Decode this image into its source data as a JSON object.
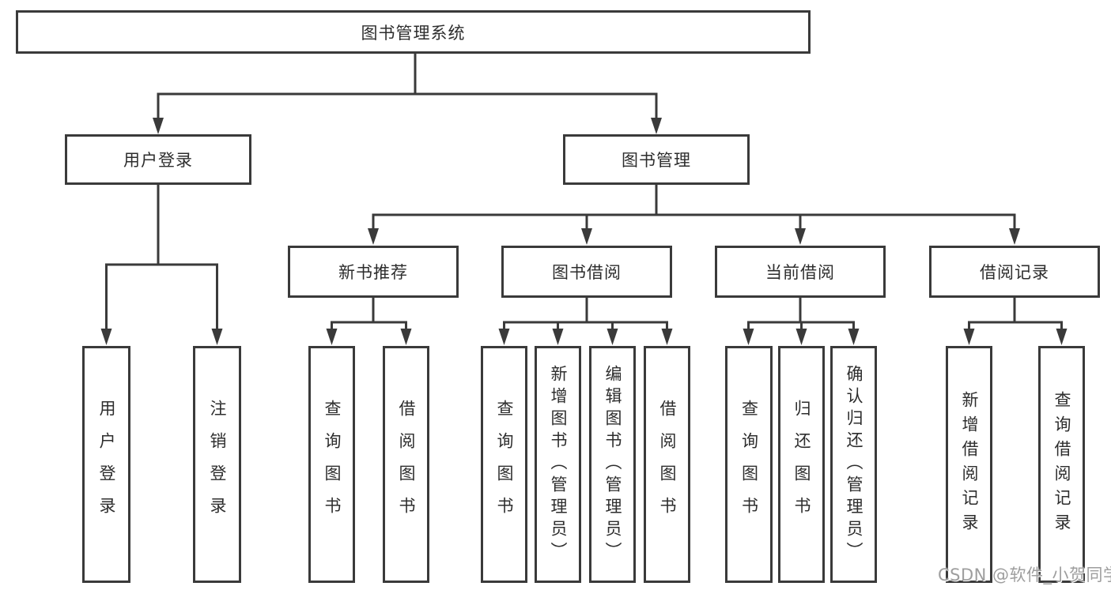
{
  "colors": {
    "line": "#3a3a3a",
    "text": "#2d2d2d",
    "watermark": "#9e9e9e",
    "background": "#ffffff"
  },
  "tree": {
    "root": {
      "label": "图书管理系统"
    },
    "branches": [
      {
        "label": "用户登录",
        "leaves": [
          {
            "label": "用户登录"
          },
          {
            "label": "注销登录"
          }
        ]
      },
      {
        "label": "图书管理",
        "groups": [
          {
            "label": "新书推荐",
            "leaves": [
              {
                "label": "查询图书"
              },
              {
                "label": "借阅图书"
              }
            ]
          },
          {
            "label": "图书借阅",
            "leaves": [
              {
                "label": "查询图书"
              },
              {
                "label": "新增图书（管理员）"
              },
              {
                "label": "编辑图书（管理员）"
              },
              {
                "label": "借阅图书"
              }
            ]
          },
          {
            "label": "当前借阅",
            "leaves": [
              {
                "label": "查询图书"
              },
              {
                "label": "归还图书"
              },
              {
                "label": "确认归还（管理员）"
              }
            ]
          },
          {
            "label": "借阅记录",
            "leaves": [
              {
                "label": "新增借阅记录"
              },
              {
                "label": "查询借阅记录"
              }
            ]
          }
        ]
      }
    ]
  },
  "watermark": {
    "text": "CSDN @软件_小贺同学"
  }
}
